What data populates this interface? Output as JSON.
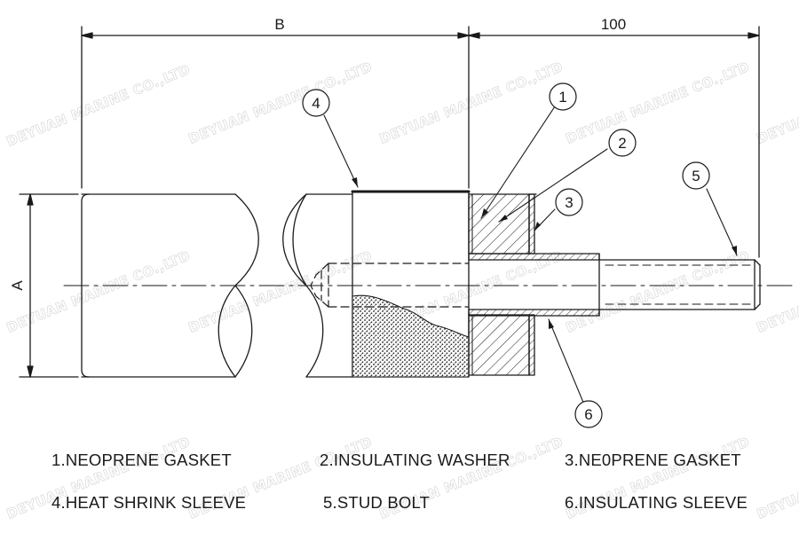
{
  "dimensions": {
    "b_label": "B",
    "length_label": "100",
    "a_label": "A"
  },
  "callouts": [
    "1",
    "2",
    "3",
    "4",
    "5",
    "6"
  ],
  "legend": [
    "1.NEOPRENE GASKET",
    "2.INSULATING WASHER",
    "3.NE0PRENE GASKET",
    "4.HEAT SHRINK SLEEVE",
    "5.STUD BOLT",
    "6.INSULATING SLEEVE"
  ],
  "watermark": "DEYUAN MARINE CO.,LTD",
  "colors": {
    "line": "#1a1a1a",
    "watermark": "#d8d8d8"
  }
}
